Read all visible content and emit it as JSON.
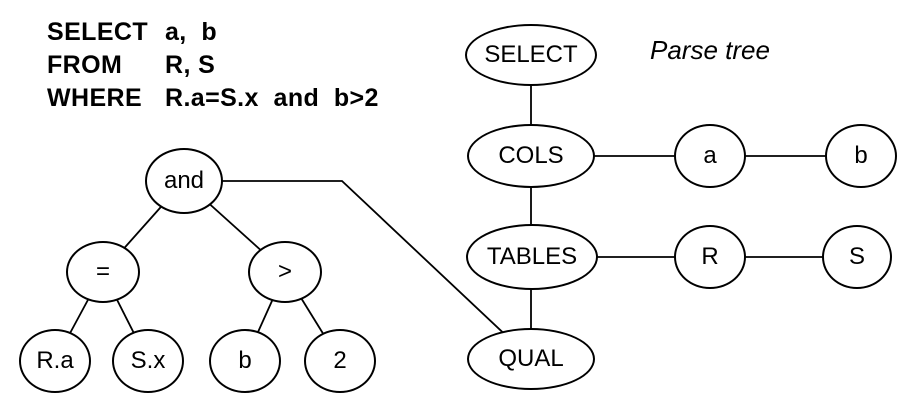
{
  "sql_query": {
    "lines": [
      {
        "keyword": "SELECT",
        "args": "a,  b"
      },
      {
        "keyword": "FROM",
        "args": "R, S"
      },
      {
        "keyword": "WHERE",
        "args": "R.a=S.x  and  b>2"
      }
    ]
  },
  "condition_tree": {
    "nodes": {
      "and": "and",
      "eq": "=",
      "gt": ">",
      "ra": "R.a",
      "sx": "S.x",
      "b": "b",
      "two": "2"
    },
    "edges": [
      [
        "and",
        "eq"
      ],
      [
        "and",
        "gt"
      ],
      [
        "eq",
        "ra"
      ],
      [
        "eq",
        "sx"
      ],
      [
        "gt",
        "b"
      ],
      [
        "gt",
        "two"
      ],
      [
        "and",
        "qual"
      ]
    ]
  },
  "parse_tree": {
    "caption": "Parse tree",
    "nodes": {
      "select": "SELECT",
      "cols": "COLS",
      "tables": "TABLES",
      "qual": "QUAL",
      "a": "a",
      "b": "b",
      "r": "R",
      "s": "S"
    },
    "edges": [
      [
        "select",
        "cols"
      ],
      [
        "cols",
        "tables"
      ],
      [
        "tables",
        "qual"
      ],
      [
        "cols",
        "a"
      ],
      [
        "a",
        "b"
      ],
      [
        "tables",
        "r"
      ],
      [
        "r",
        "s"
      ]
    ]
  },
  "colors": {
    "stroke": "#000000",
    "background": "#ffffff"
  }
}
